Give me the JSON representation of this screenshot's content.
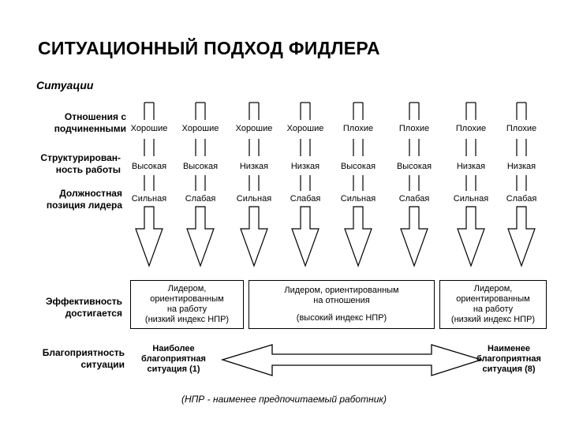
{
  "title": "СИТУАЦИОННЫЙ ПОДХОД ФИДЛЕРА",
  "situations_label": "Ситуации",
  "row_labels": {
    "relations": [
      "Отношения с",
      "подчиненными"
    ],
    "structure": [
      "Структурирован-",
      "ность работы"
    ],
    "position": [
      "Должностная",
      "позиция лидера"
    ],
    "effectiveness": [
      "Эффективность",
      "достигается"
    ],
    "favorability": [
      "Благоприятность",
      "ситуации"
    ]
  },
  "columns": [
    {
      "relations": "Хорошие",
      "structure": "Высокая",
      "position": "Сильная"
    },
    {
      "relations": "Хорошие",
      "structure": "Высокая",
      "position": "Слабая"
    },
    {
      "relations": "Хорошие",
      "structure": "Низкая",
      "position": "Сильная"
    },
    {
      "relations": "Хорошие",
      "structure": "Низкая",
      "position": "Слабая"
    },
    {
      "relations": "Плохие",
      "structure": "Высокая",
      "position": "Сильная"
    },
    {
      "relations": "Плохие",
      "structure": "Высокая",
      "position": "Слабая"
    },
    {
      "relations": "Плохие",
      "structure": "Низкая",
      "position": "Сильная"
    },
    {
      "relations": "Плохие",
      "structure": "Низкая",
      "position": "Слабая"
    }
  ],
  "effectiveness_boxes": {
    "left": [
      "Лидером,",
      "ориентированным",
      "на работу",
      "(низкий индекс НПР)"
    ],
    "middle": [
      "Лидером, ориентированным",
      "на отношения",
      "(высокий индекс НПР)"
    ],
    "right": [
      "Лидером,",
      "ориентированным",
      "на работу",
      "(низкий индекс НПР)"
    ]
  },
  "favorability": {
    "left": [
      "Наиболее",
      "благоприятная",
      "ситуация (1)"
    ],
    "right": [
      "Наименее",
      "благоприятная",
      "ситуация (8)"
    ]
  },
  "footnote": "(НПР - наименее предпочитаемый работник)"
}
